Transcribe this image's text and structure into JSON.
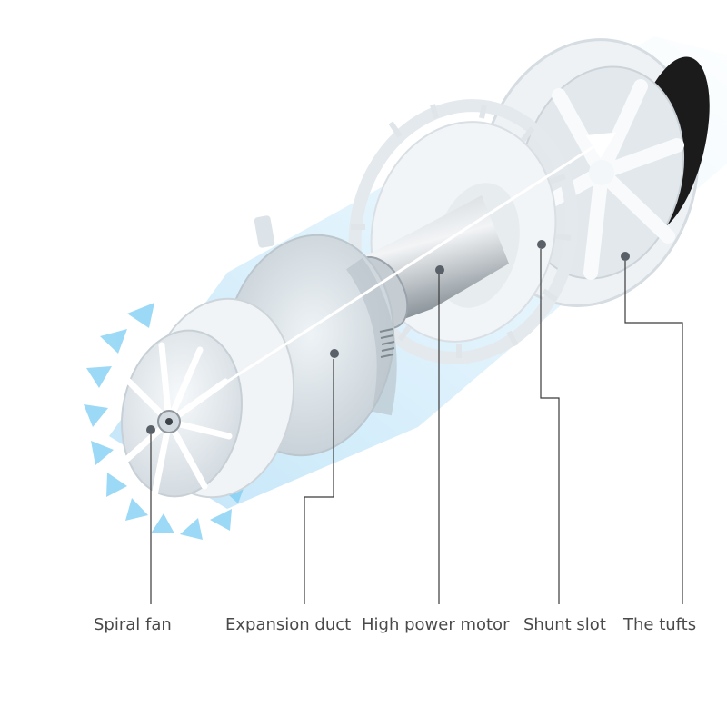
{
  "labels": {
    "spiral_fan": "Spiral fan",
    "expansion_duct": "Expansion duct",
    "high_power_motor": "High power motor",
    "shunt_slot": "Shunt slot",
    "the_tufts": "The tufts"
  },
  "colors": {
    "leader_line": "#3a3a3a",
    "marker": "#5a6068",
    "airflow_glow": "#8fd0f4",
    "spiral_blades": "#7ccdf3",
    "plastic": "#e6ebef",
    "motor_metal": "#9aa3ab",
    "motor_cap": "#1b1b1b",
    "label_text": "#4a4a4a"
  }
}
